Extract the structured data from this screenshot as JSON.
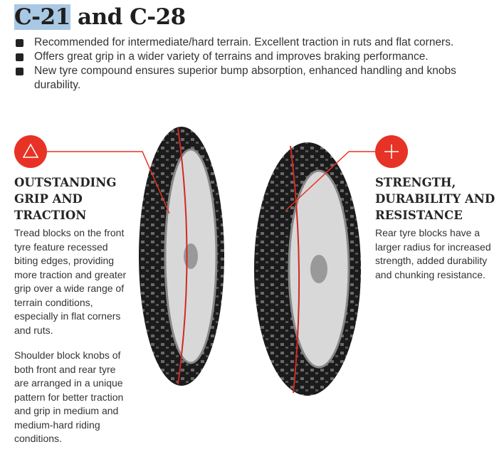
{
  "title": {
    "highlighted": "C-21",
    "rest": " and C-28"
  },
  "bullets": [
    "Recommended for intermediate/hard terrain. Excellent traction in ruts and flat corners.",
    "Offers great grip in a wider variety of terrains and improves braking performance.",
    "New tyre compound ensures superior bump absorption, enhanced handling and knobs durability."
  ],
  "left": {
    "icon": "triangle-icon",
    "heading": [
      "OUTSTANDING",
      "GRIP AND",
      "TRACTION"
    ],
    "paragraph1": "Tread blocks on the front tyre feature recessed biting edges, providing more traction and greater grip over a wide range of  terrain conditions, especially in flat corners and ruts.",
    "paragraph2": "Shoulder block knobs of both front and rear tyre are arranged in a unique pattern for better traction and grip in medium and medium-hard riding conditions."
  },
  "right": {
    "icon": "plus-icon",
    "heading": [
      "STRENGTH,",
      "DURABILITY AND",
      "RESISTANCE"
    ],
    "paragraph1": "Rear tyre blocks have a larger radius for increased strength, added durability and chunking resistance."
  },
  "colors": {
    "accent": "#e63325",
    "highlight": "#a9c8e3"
  }
}
